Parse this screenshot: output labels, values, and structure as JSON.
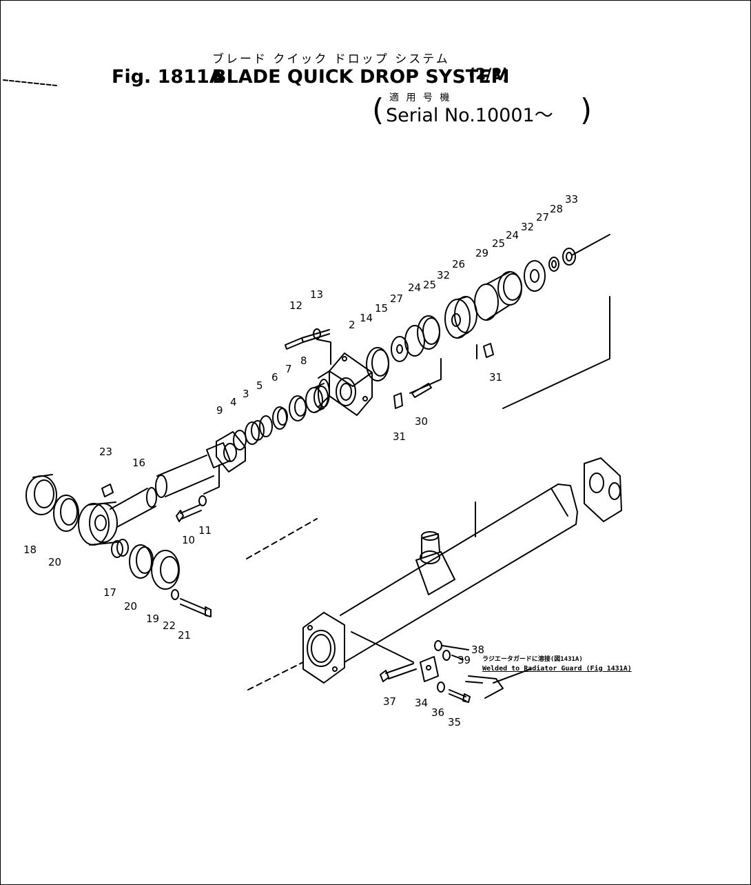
{
  "header": {
    "title_japanese": "ブレード クイック ドロップ システム",
    "figure_label": "Fig. 1811A",
    "title": "BLADE QUICK DROP SYSTEM",
    "sheet": "(2/2)",
    "serial_japanese": "適 用 号 機",
    "serial": "Serial No.10001～"
  },
  "note": {
    "japanese": "ラジエータガードに溶接(図1431A)",
    "english": "Welded to Radiator Guard (Fig 1431A)"
  },
  "callouts": {
    "c2": "2",
    "c3": "3",
    "c4": "4",
    "c5": "5",
    "c6": "6",
    "c7": "7",
    "c8": "8",
    "c9": "9",
    "c10": "10",
    "c11": "11",
    "c12": "12",
    "c13": "13",
    "c14": "14",
    "c15": "15",
    "c16": "16",
    "c17": "17",
    "c18": "18",
    "c19": "19",
    "c20a": "20",
    "c20b": "20",
    "c21": "21",
    "c22": "22",
    "c23": "23",
    "c24a": "24",
    "c24b": "24",
    "c25a": "25",
    "c25b": "25",
    "c26": "26",
    "c27a": "27",
    "c27b": "27",
    "c28": "28",
    "c29": "29",
    "c30": "30",
    "c31a": "31",
    "c31b": "31",
    "c32a": "32",
    "c32b": "32",
    "c33": "33",
    "c34": "34",
    "c35": "35",
    "c36": "36",
    "c37": "37",
    "c38": "38",
    "c39": "39"
  },
  "colors": {
    "ink": "#000000",
    "paper": "#ffffff"
  }
}
